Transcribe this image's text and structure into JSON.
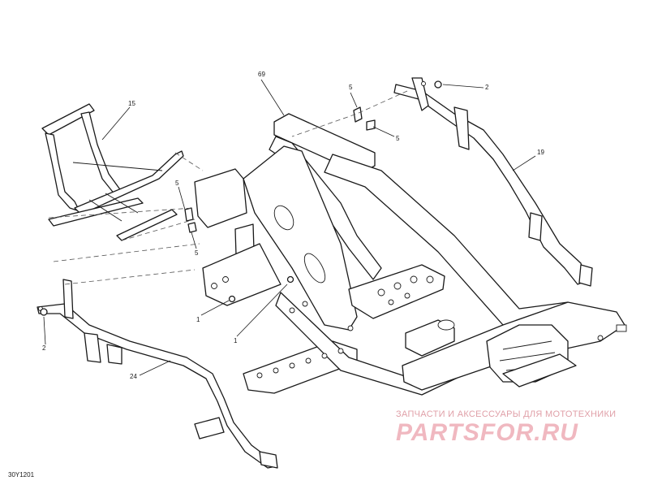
{
  "figure_code": "30Y1201",
  "callouts": {
    "c69": "69",
    "c15": "15",
    "c19": "19",
    "c24": "24",
    "c5a": "5",
    "c5b": "5",
    "c5c": "5",
    "c5d": "5",
    "c2a": "2",
    "c2b": "2",
    "c1a": "1",
    "c1b": "1"
  },
  "watermark": {
    "tagline": "ЗАПЧАСТИ И АКСЕССУАРЫ ДЛЯ МОТОТЕХНИКИ",
    "logo": "PARTSFOR.RU"
  },
  "colors": {
    "line": "#1a1a1a",
    "watermark": "#f0b8c0"
  }
}
